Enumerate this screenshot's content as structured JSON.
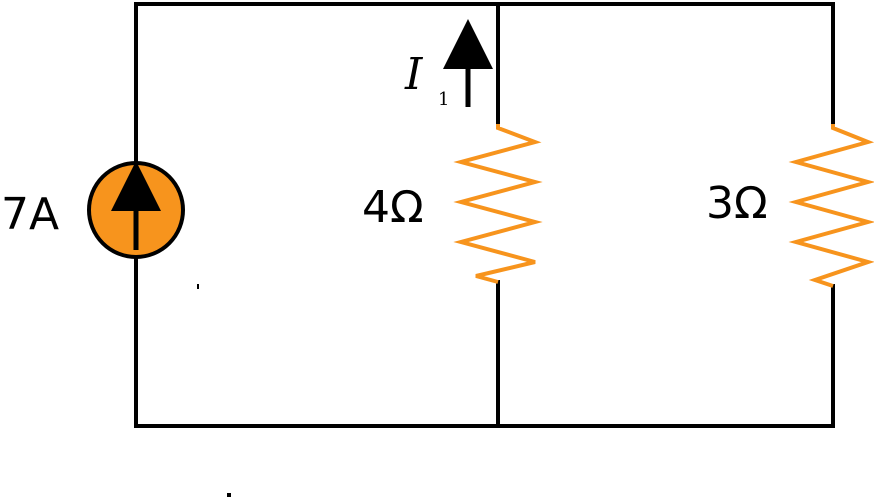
{
  "colors": {
    "wire": "#000000",
    "component": "#f7941d"
  },
  "source": {
    "label": "7A",
    "arrow_direction": "up"
  },
  "resistor_left": {
    "label": "4Ω"
  },
  "resistor_right": {
    "label": "3Ω"
  },
  "current_marker": {
    "symbol": "I",
    "subscript": "1",
    "arrow_direction": "up"
  }
}
